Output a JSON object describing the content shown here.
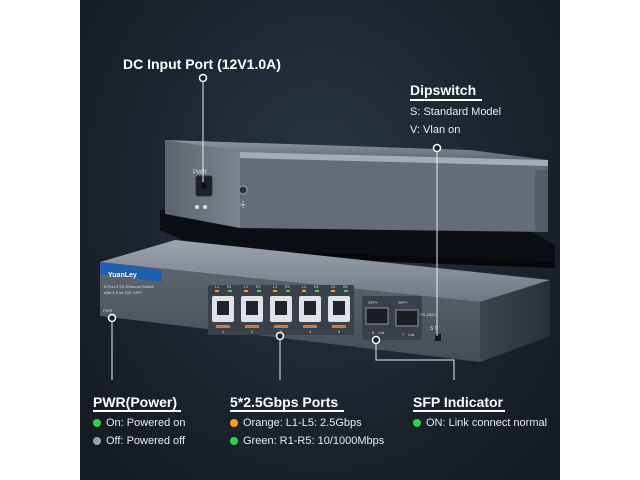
{
  "labels": {
    "dc_input": "DC Input Port (12V1.0A)",
    "dipswitch": {
      "title": "Dipswitch",
      "line1": "S: Standard Model",
      "line2": "V: Vlan on"
    },
    "pwr": {
      "title": "PWR(Power)",
      "on": "On: Powered on",
      "off": "Off: Powered off"
    },
    "ports": {
      "title": "5*2.5Gbps Ports",
      "orange": "Orange: L1-L5: 2.5Gbps",
      "green": "Green: R1-R5: 10/1000Mbps"
    },
    "sfp": {
      "title": "SFP Indicator",
      "on": "ON: Link connect normal"
    }
  },
  "device": {
    "brand": "YuanLey",
    "description_line1": "5-Port 2.5G Ethernet Switch",
    "description_line2": "with 2-Port 10G SFP+",
    "pwr_label": "PWR",
    "port_top_labels": [
      "L1",
      "R1",
      "L2",
      "R2",
      "L3",
      "R3",
      "L4",
      "R4",
      "L5",
      "R5"
    ],
    "port_numbers": [
      "1",
      "2",
      "3",
      "4",
      "5"
    ],
    "sfp_labels": [
      "SFP+",
      "SFP+"
    ],
    "sfp_numbers": [
      "6",
      "7"
    ],
    "sfp_link_text": [
      "Link",
      "Link"
    ],
    "sv_label": "S V",
    "model_code": "YS-2502",
    "dc_label": "PWR"
  },
  "colors": {
    "dot_green": "#33d04a",
    "dot_gray": "#9aa0a6",
    "dot_orange": "#ff9a1f",
    "background": "#1b232d",
    "port_orange": "#e0742a"
  }
}
